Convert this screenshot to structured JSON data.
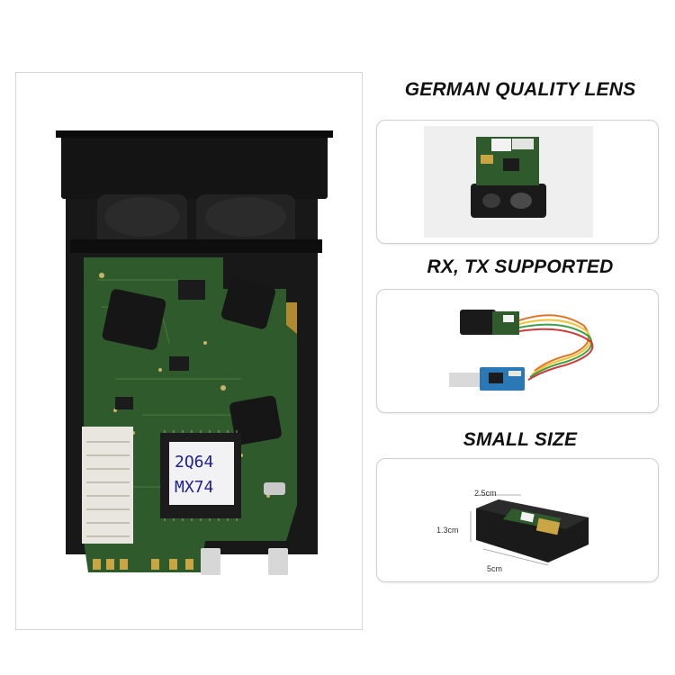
{
  "product_photo": {
    "chip_marking_line1": "2Q64",
    "chip_marking_line2": "MX74"
  },
  "features": [
    {
      "title": "GERMAN QUALITY LENS"
    },
    {
      "title": "RX, TX SUPPORTED"
    },
    {
      "title": "SMALL SIZE",
      "dimensions": {
        "width": "2.5cm",
        "height": "1.3cm",
        "length": "5cm"
      }
    }
  ],
  "colors": {
    "pcb_green": "#2f5a2c",
    "housing_black": "#151515",
    "card_border": "#cfcfcf"
  }
}
